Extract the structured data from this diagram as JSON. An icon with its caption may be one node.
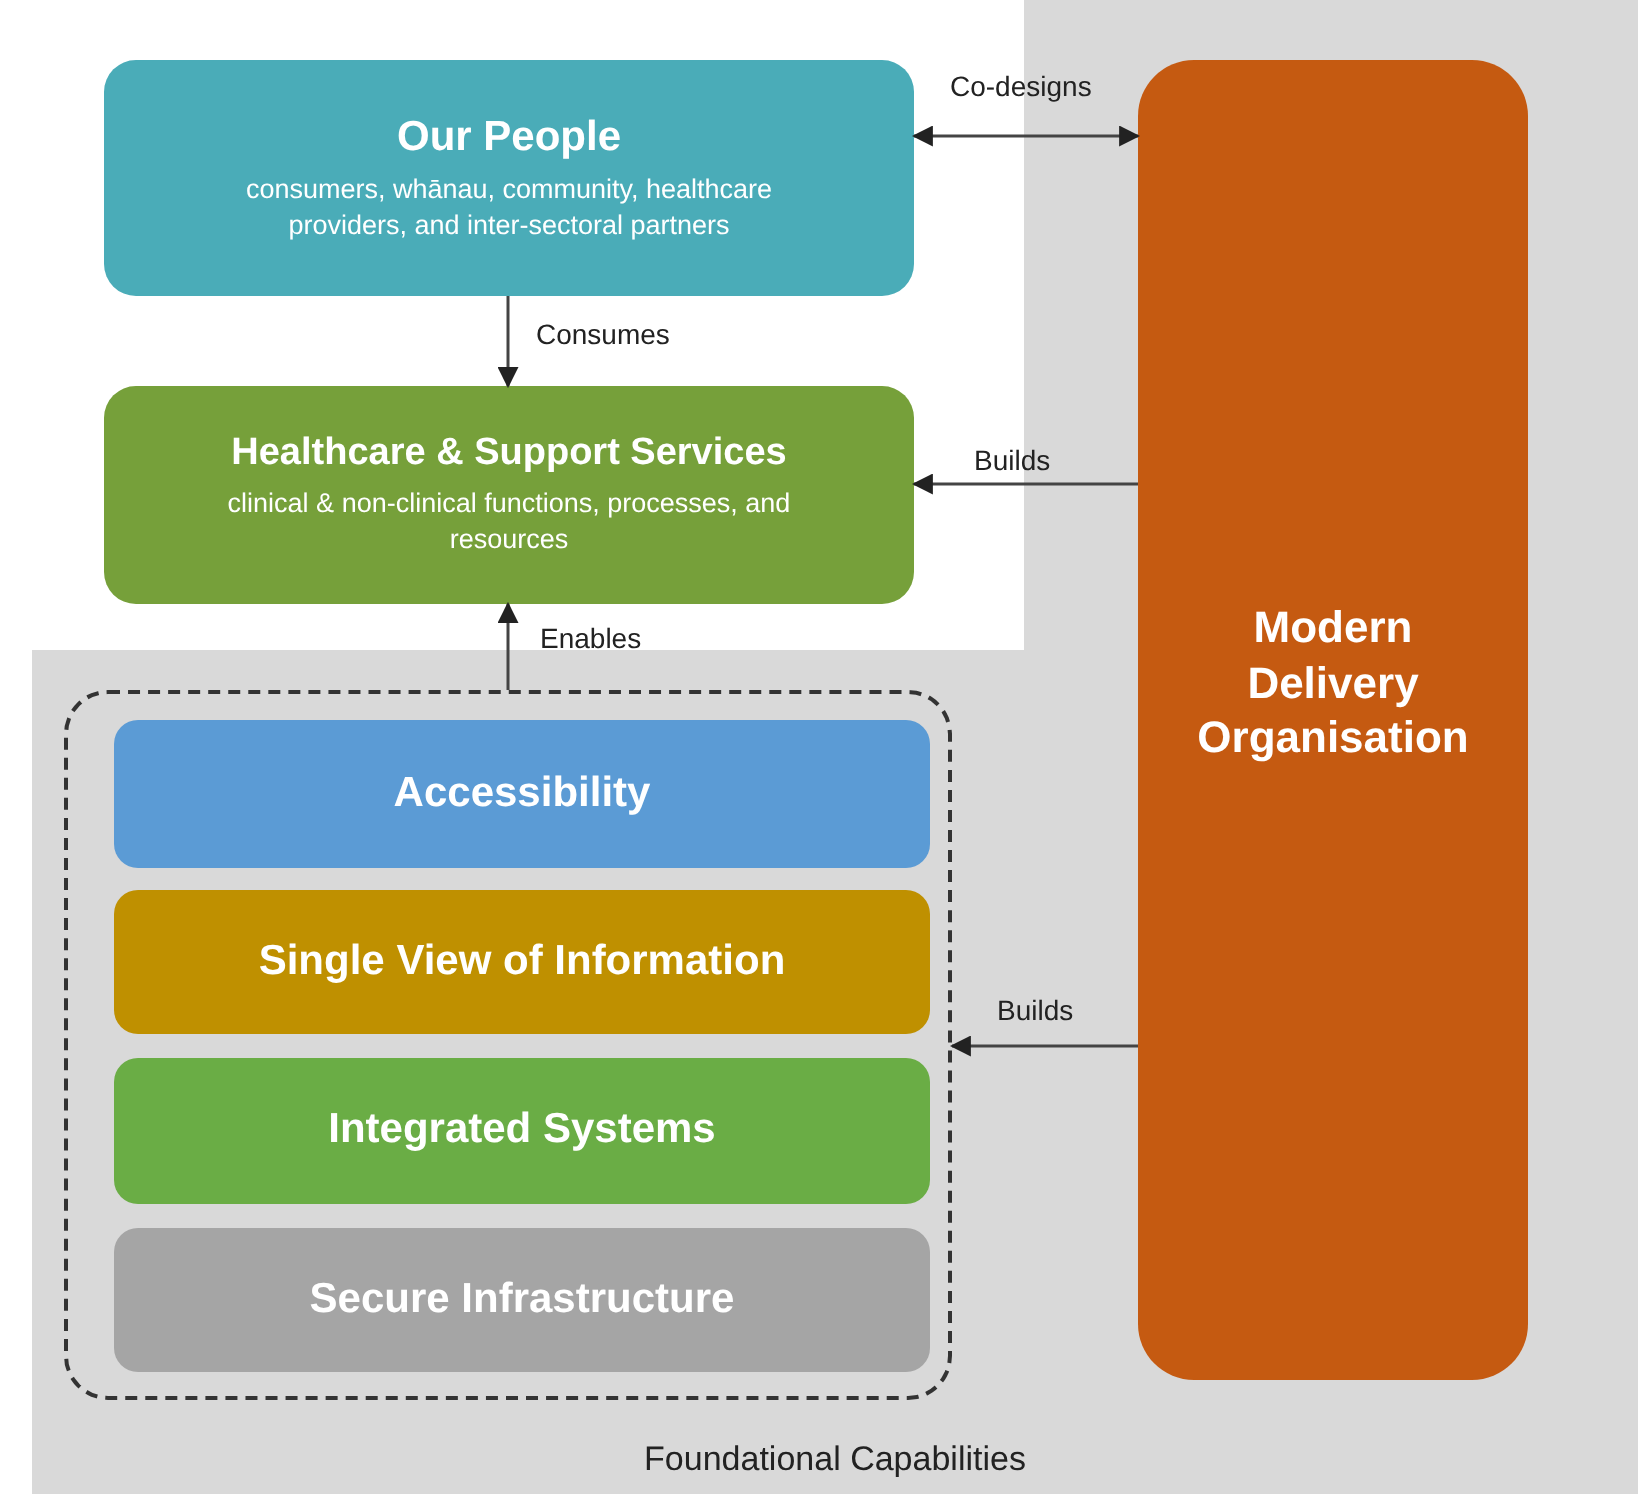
{
  "diagram": {
    "nodes": [
      {
        "text": [
          "Foundational Capabilities"
        ]
      },
      {
        "text": [
          "Our People",
          "consumers, whānau, community, healthcare providers, and inter-sectoral partners"
        ]
      },
      {
        "text": [
          "Healthcare & Support Services",
          "clinical & non-clinical functions, processes, and resources"
        ]
      },
      {
        "text": [
          "Modern Delivery Organisation"
        ],
        "in": 0
      },
      {
        "text": [],
        "shape": "box",
        "in": 0
      },
      {
        "text": [
          "Accessibility"
        ],
        "in": 4
      },
      {
        "text": [
          "Single View of Information"
        ],
        "in": 4
      },
      {
        "text": [
          "Integrated Systems"
        ],
        "in": 4
      },
      {
        "text": [
          "Secure Infrastructure"
        ],
        "in": 4
      }
    ],
    "edges": [
      {
        "from": 1,
        "to": 3,
        "arrow": "both",
        "label": "Co-designs"
      },
      {
        "from": 1,
        "to": 2,
        "arrow": "to",
        "label": "Consumes"
      },
      {
        "from": 3,
        "to": 2,
        "arrow": "to",
        "label": "Builds"
      },
      {
        "from": 4,
        "to": 2,
        "arrow": "to",
        "label": "Enables"
      },
      {
        "from": 3,
        "to": 4,
        "arrow": "to",
        "label": "Builds"
      }
    ]
  }
}
